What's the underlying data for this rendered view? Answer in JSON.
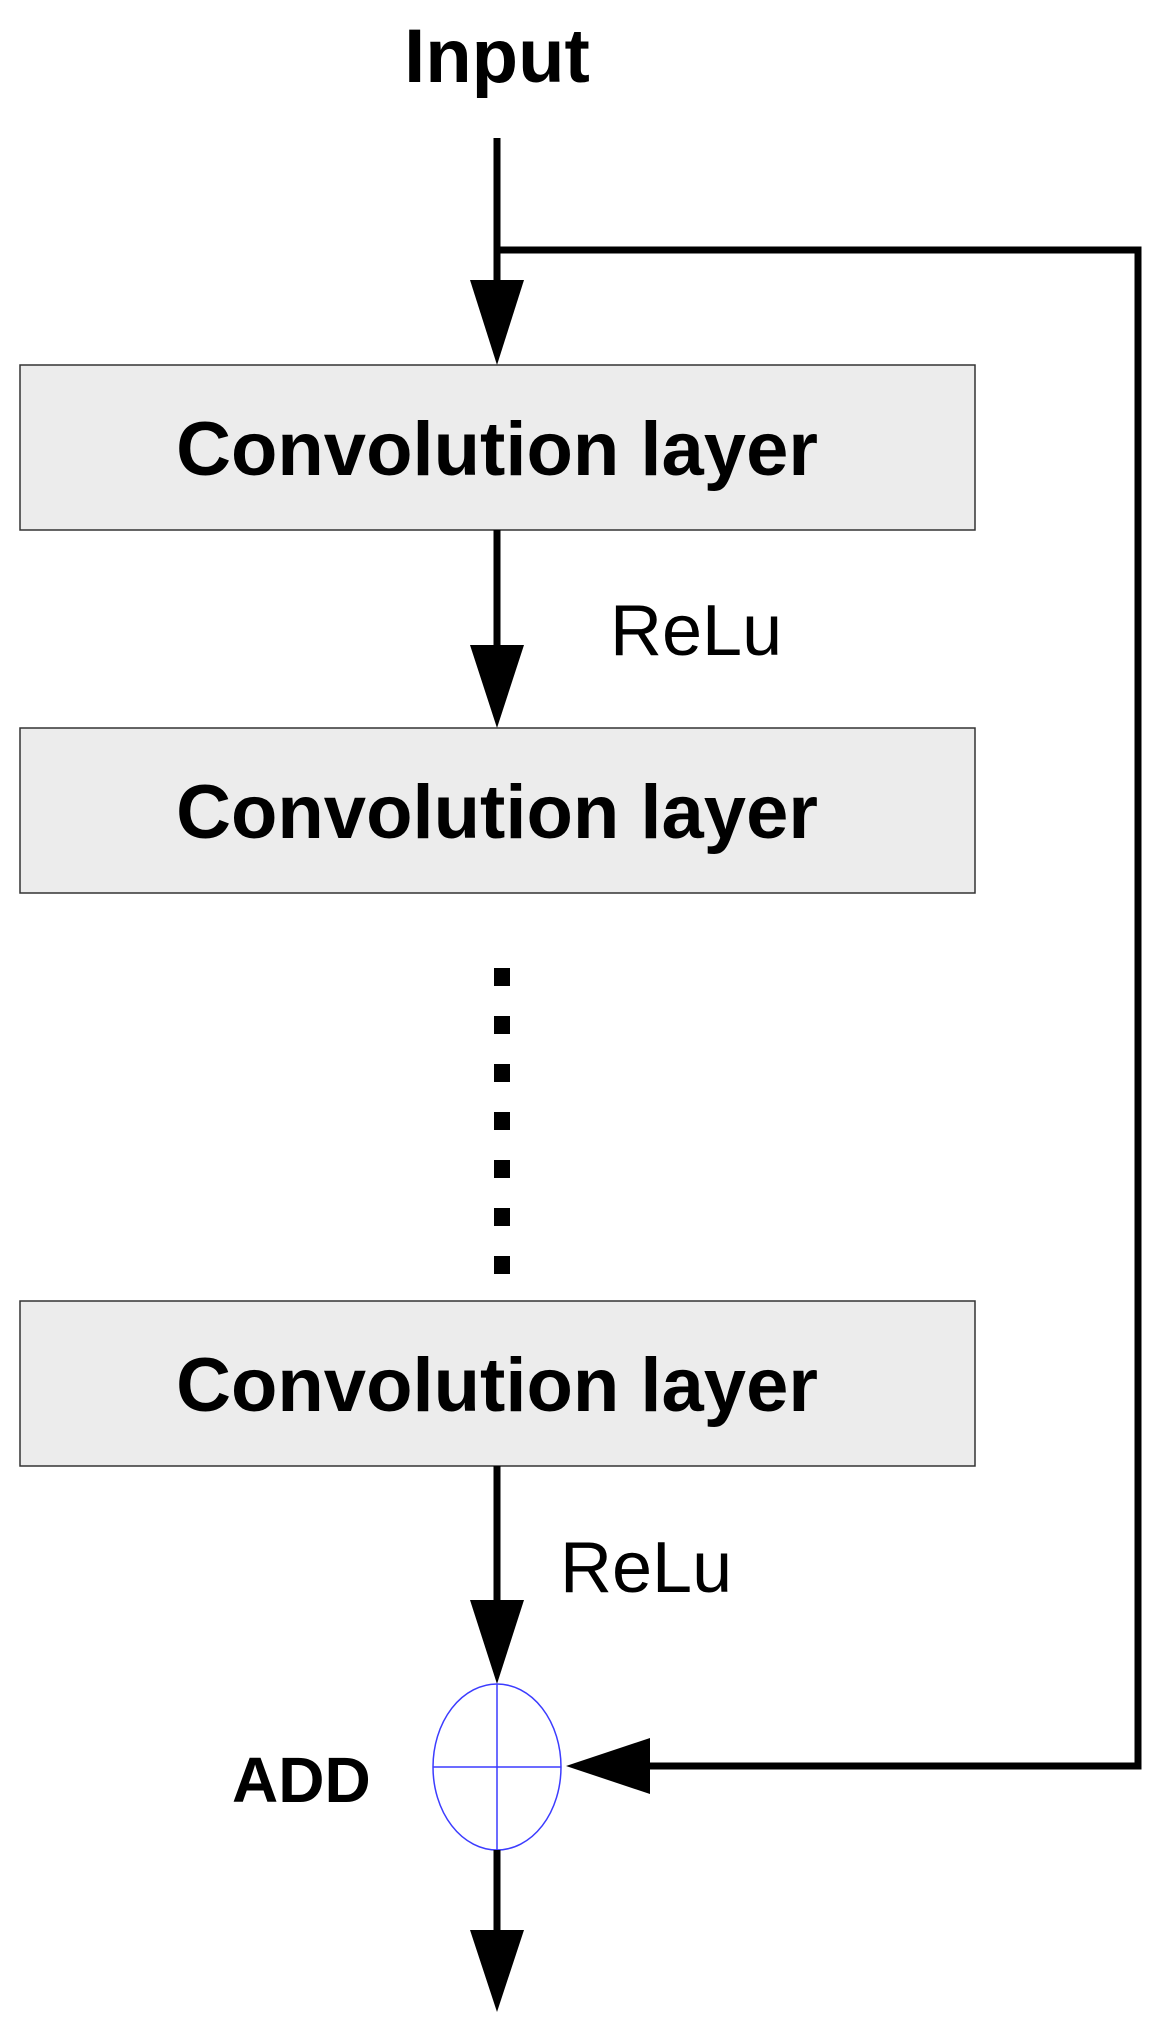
{
  "diagram": {
    "input_label": "Input",
    "blocks": [
      {
        "label": "Convolution layer"
      },
      {
        "label": "Convolution layer"
      },
      {
        "label": "Convolution layer"
      }
    ],
    "activations": [
      {
        "label": "ReLu"
      },
      {
        "label": "ReLu"
      }
    ],
    "add_label": "ADD"
  },
  "colors": {
    "block_fill": "#ececec",
    "line": "#000000",
    "sum_node": "#3c3cff"
  }
}
